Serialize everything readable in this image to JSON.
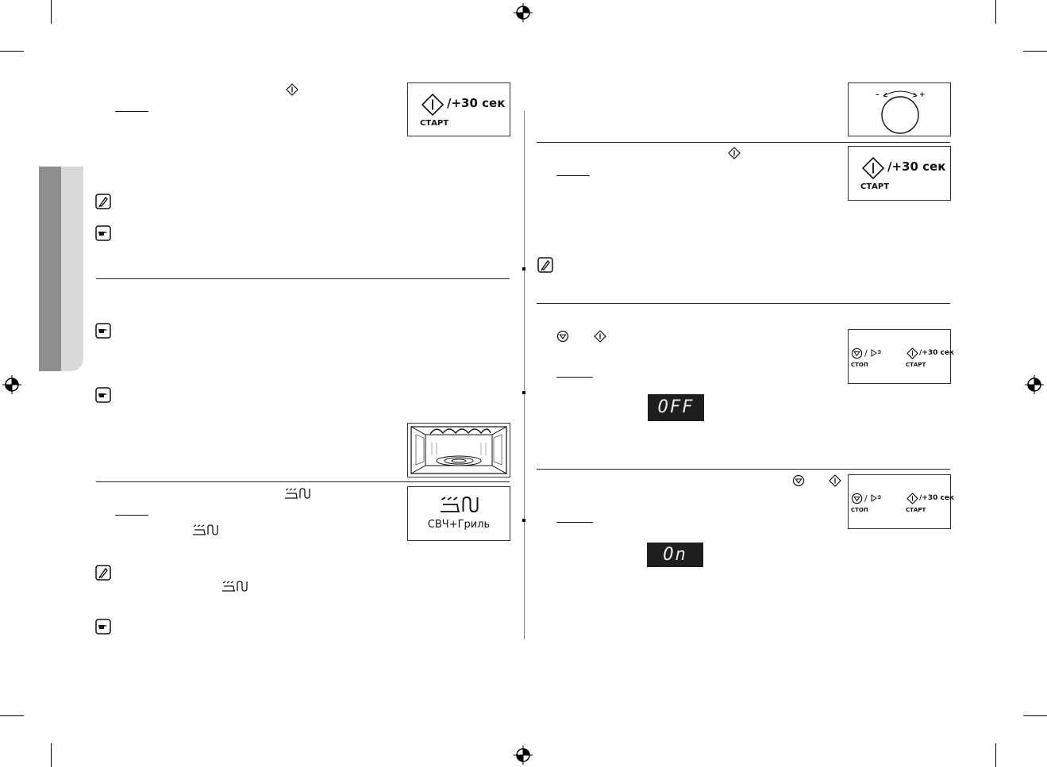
{
  "panels": {
    "start_label": "СТАРТ",
    "plus30_label": "/+30 сек",
    "stop_label": "СТОП",
    "combo_label": "СВЧ+Гриль",
    "dial_minus": "–",
    "dial_plus": "+"
  },
  "displays": {
    "off_text": "OFF",
    "on_text": "On"
  },
  "icons": {
    "note": "pencil-note-icon",
    "important": "hand-pointing-icon",
    "start": "start-diamond-icon",
    "stop": "stop-icon",
    "combo": "microwave-grill-icon",
    "registration": "registration-mark-icon"
  },
  "colors": {
    "sidebar_dark": "#8f8f8f",
    "sidebar_light": "#d9d9d9",
    "lcd_bg": "#1e1e1e"
  }
}
